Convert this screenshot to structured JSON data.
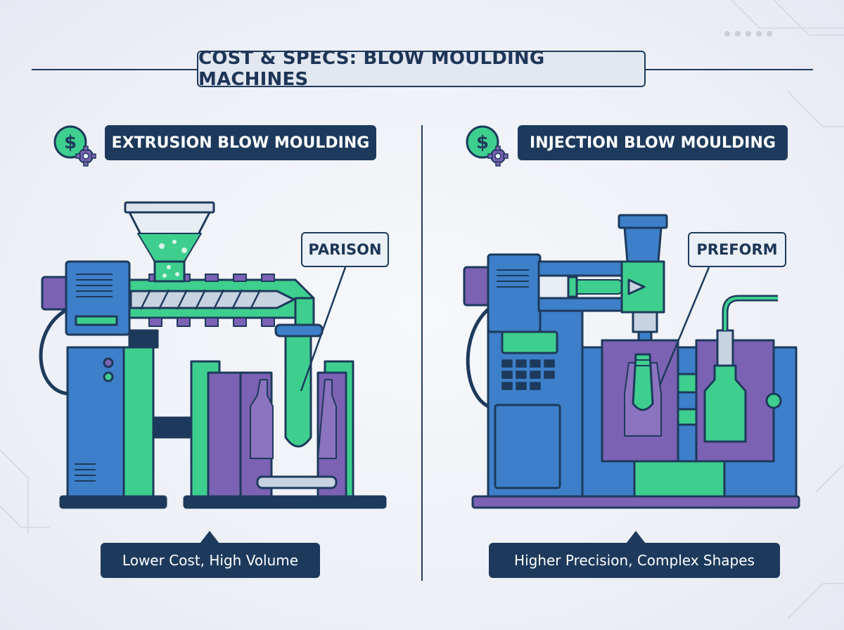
{
  "title": "COST & SPECS: BLOW MOULDING MACHINES",
  "left": {
    "header": "EXTRUSION BLOW MOULDING",
    "callout": "PARISON",
    "footer": "Lower Cost, High Volume",
    "icon": "dollar-gear-icon"
  },
  "right": {
    "header": "INJECTION BLOW MOULDING",
    "callout": "PREFORM",
    "footer": "Higher Precision, Complex Shapes",
    "icon": "dollar-gear-icon"
  },
  "colors": {
    "navy": "#1d3a5c",
    "blue": "#3d7fc9",
    "green": "#3ecf8e",
    "purple": "#7b62b3",
    "background": "#eef1f6"
  }
}
